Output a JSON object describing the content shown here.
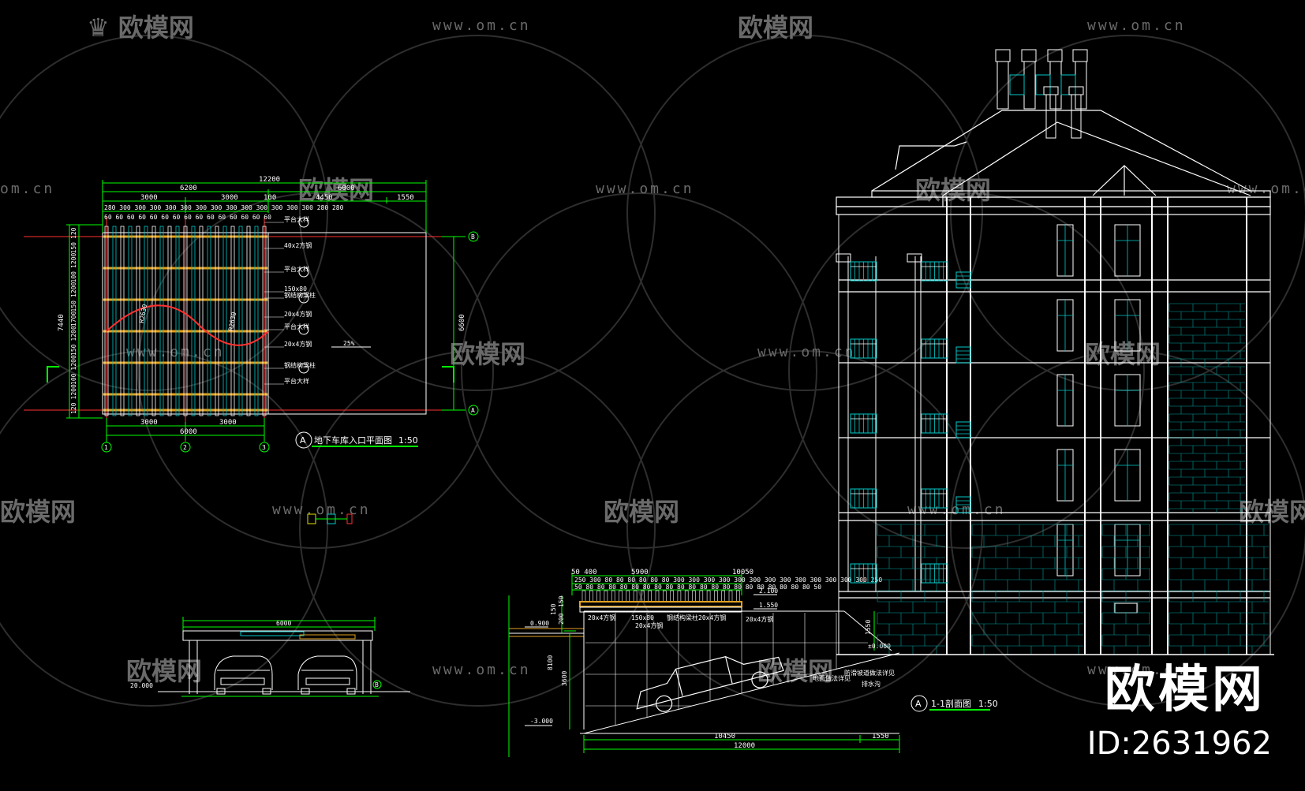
{
  "watermark": {
    "brand": "欧模网",
    "url": "www.om.cn",
    "url_short": "om.cn"
  },
  "logo": {
    "brand": "欧模网",
    "id_text": "ID:2631962"
  },
  "plan": {
    "title": "地下车库入口平面图",
    "scale": "1:50",
    "section_mark": "A",
    "axis_labels": [
      "1",
      "2",
      "3",
      "A",
      "B"
    ],
    "dim_top_total": "12200",
    "dim_top_left": "6200",
    "dim_top_right": "6000",
    "dim_top_seg": [
      "3000",
      "3000",
      "100"
    ],
    "dim_top_right_segs": [
      "4450",
      "1550"
    ],
    "dim_bottom_total": "6000",
    "dim_bottom_segs": [
      "3000",
      "3000"
    ],
    "dim_left_total": "7440",
    "dim_right_total": "6600",
    "slope_text": "25%",
    "beam_dim_rowa": "280 300 300 300 300 300 300 300 300 300 300 300 300 300 280 280",
    "beam_dim_rowb": "60 60 60 60 60 60 60 60 60 60 60 60 60 60 60",
    "curve_dims": [
      "R2630",
      "R2630"
    ],
    "left_dims": [
      "120",
      "1200",
      "100",
      "1200",
      "150",
      "1200",
      "1700",
      "150",
      "1200",
      "100",
      "1200",
      "150",
      "120"
    ],
    "notes": [
      "平台大样",
      "40x2方钢",
      "平台大样",
      "150x80",
      "钢结构梁柱",
      "20x4方钢",
      "平台大样",
      "20x4方钢",
      "钢结构梁柱",
      "平台大样"
    ]
  },
  "section": {
    "title": "1-1剖面图",
    "scale": "1:50",
    "section_mark": "A",
    "dim_top": "5900",
    "dim_top_right": "10050",
    "dim_top_left": "50 400",
    "beam_dims": "250 300 80 80 80 80 80 80 300 300 300 300 300 300 300 300 300 300 300 300 300 250",
    "beam_label_row": "50 80 80 80 80 80 80 80 80 80 80 80 80 80 80 80 80 80 80 80 80 50",
    "labels": [
      "20x4方钢",
      "150x80",
      "钢结构梁柱",
      "20x4方钢",
      "20x4方钢",
      "20x4方钢"
    ],
    "level_left": "0.900",
    "level_bottom": "-3.000",
    "level_top_right": "2.100",
    "level_mid_right": "1.550",
    "level_ground": "±0.000",
    "left_dims": [
      "150",
      "200",
      "150",
      "8100",
      "3600"
    ],
    "right_dim": "1550",
    "bottom_dims": [
      "10450",
      "1550"
    ],
    "bottom_total": "12000",
    "right_notes": [
      "防滑坡道做法详见",
      "地面做法详见",
      "排水沟"
    ]
  },
  "small_elevation": {
    "dims": [
      "6000",
      "20.000"
    ],
    "tag": "B"
  },
  "colors": {
    "background": "#000000",
    "line": "#ffffff",
    "green": "#00ff00",
    "cyan": "#00c8c8",
    "red": "#ff3030",
    "yellow": "#e0e000",
    "watermark": "#6a6a6a"
  }
}
